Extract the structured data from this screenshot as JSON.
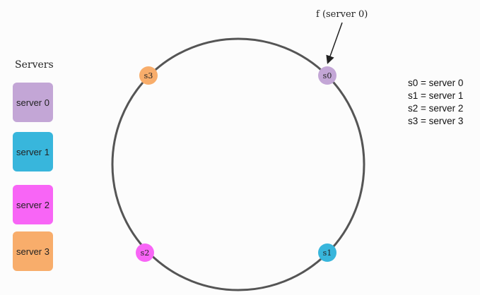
{
  "legend": {
    "title": "Servers",
    "items": [
      {
        "label": "server 0",
        "color": "#c3a6d6"
      },
      {
        "label": "server 1",
        "color": "#38b6dc"
      },
      {
        "label": "server 2",
        "color": "#f865f6"
      },
      {
        "label": "server 3",
        "color": "#f8ad6b"
      }
    ]
  },
  "ring": {
    "nodes": [
      {
        "label": "s0",
        "color": "#c3a6d6"
      },
      {
        "label": "s1",
        "color": "#38b6dc"
      },
      {
        "label": "s2",
        "color": "#f865f6"
      },
      {
        "label": "s3",
        "color": "#f8ad6b"
      }
    ],
    "callout": "f (server 0)"
  },
  "key": [
    "s0 = server 0",
    "s1 = server 1",
    "s2 = server 2",
    "s3 = server 3"
  ]
}
